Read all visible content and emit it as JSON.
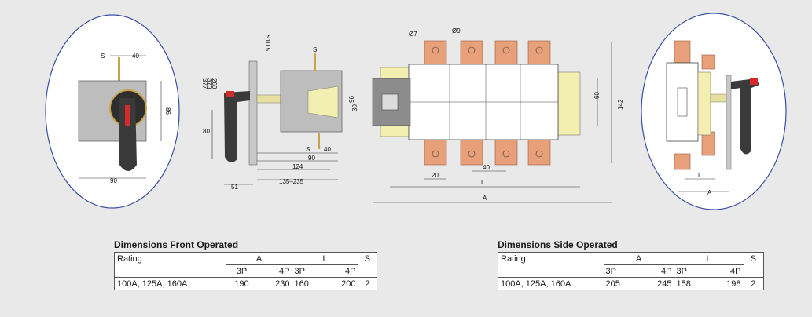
{
  "drawing": {
    "front_view": {
      "dim_s": "S",
      "dim_width_top": "40",
      "dim_height": "86",
      "dim_width_bottom": "90"
    },
    "side_view": {
      "dim_left_stack": "377\n370\n260",
      "dim_80": "80",
      "dim_top_label": "S10.5",
      "dim_s_top": "S",
      "dim_96": "96",
      "dim_s_bottom": "S",
      "dim_40": "40",
      "dim_90": "90",
      "dim_124": "124",
      "dim_51": "51",
      "dim_135_235": "135–235"
    },
    "top_view": {
      "hole_7": "Ø7",
      "hole_9": "Ø9",
      "dim_30": "30",
      "dim_60": "60",
      "dim_142": "142",
      "dim_20": "20",
      "dim_40": "40",
      "dim_L": "L",
      "dim_A": "A"
    },
    "side_operated_view": {
      "dim_L": "L",
      "dim_A": "A"
    }
  },
  "tables": {
    "front": {
      "title": "Dimensions Front Operated",
      "h_rating": "Rating",
      "h_A": "A",
      "h_L": "L",
      "h_S": "S",
      "sub": [
        "3P",
        "4P",
        "3P",
        "4P"
      ],
      "row": {
        "rating": "100A, 125A, 160A",
        "a3p": "190",
        "a4p": "230",
        "l3p": "160",
        "l4p": "200",
        "s": "2"
      }
    },
    "side": {
      "title": "Dimensions Side Operated",
      "h_rating": "Rating",
      "h_A": "A",
      "h_L": "L",
      "h_S": "S",
      "sub": [
        "3P",
        "4P",
        "3P",
        "4P"
      ],
      "row": {
        "rating": "100A, 125A, 160A",
        "a3p": "205",
        "a4p": "245",
        "l3p": "158",
        "l4p": "198",
        "s": "2"
      }
    }
  },
  "colors": {
    "background": "#e9e9e9",
    "ellipse_stroke": "#3b4fa0",
    "copper": "#e8a07a",
    "housing": "#bdbdbd",
    "handle": "#3a3a3a",
    "handle_accent": "#d42a2a"
  }
}
